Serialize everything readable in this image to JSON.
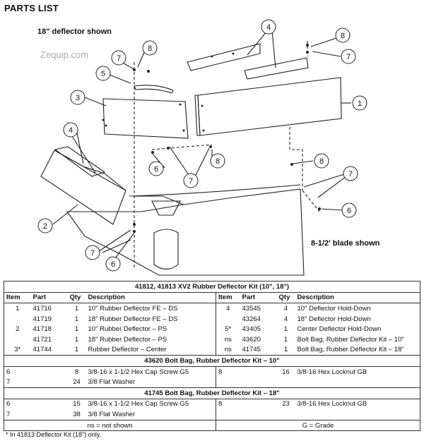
{
  "header": {
    "title": "PARTS LIST",
    "note_deflector": "18\" deflector shown",
    "watermark": "Zequip.com",
    "note_blade": "8-1/2' blade shown"
  },
  "callouts": [
    "1",
    "2",
    "3",
    "4",
    "5",
    "6",
    "7",
    "8"
  ],
  "table": {
    "kit_title": "41812, 41813  XV2 Rubber Deflector Kit (10\", 18\")",
    "columns": [
      "Item",
      "Part",
      "Qty",
      "Description",
      "Item",
      "Part",
      "Qty",
      "Description"
    ],
    "kit_rows": [
      [
        "1",
        "41716",
        "1",
        "10\" Rubber Deflector FE – DS",
        "4",
        "43545",
        "4",
        "10\" Deflector Hold-Down"
      ],
      [
        "",
        "41719",
        "1",
        "18\" Rubber Deflector FE – DS",
        "",
        "43264",
        "4",
        "18\" Deflector Hold-Down"
      ],
      [
        "2",
        "41718",
        "1",
        "10\" Rubber Deflector – PS",
        "5*",
        "43405",
        "1",
        "Center Deflector Hold-Down"
      ],
      [
        "",
        "41721",
        "1",
        "18\" Rubber Deflector – PS",
        "ns",
        "43620",
        "1",
        "Bolt Bag, Rubber Deflector Kit – 10\""
      ],
      [
        "3*",
        "41744",
        "1",
        "Rubber Deflector – Center",
        "ns",
        "41745",
        "1",
        "Bolt Bag, Rubber Deflector Kit – 18\""
      ]
    ],
    "bag10_title": "43620  Bolt Bag, Rubber Deflector Kit – 10\"",
    "bag10_rows": [
      [
        "6",
        "8",
        "3/8-16 x 1-1/2 Hex Cap Screw G5",
        "8",
        "16",
        "3/8-16 Hex Locknut GB"
      ],
      [
        "7",
        "24",
        "3/8 Flat Washer",
        "",
        "",
        ""
      ]
    ],
    "bag18_title": "41745  Bolt Bag, Rubber Deflector Kit – 18\"",
    "bag18_rows": [
      [
        "6",
        "15",
        "3/8-16 x 1-1/2 Hex Cap Screw G5",
        "8",
        "23",
        "3/8-16 Hex Locknut GB"
      ],
      [
        "7",
        "38",
        "3/8 Flat Washer",
        "",
        "",
        ""
      ]
    ],
    "legend_ns": "ns = not shown",
    "legend_g": "G = Grade"
  },
  "footnote": "* In 41813 Deflector Kit (18\") only."
}
